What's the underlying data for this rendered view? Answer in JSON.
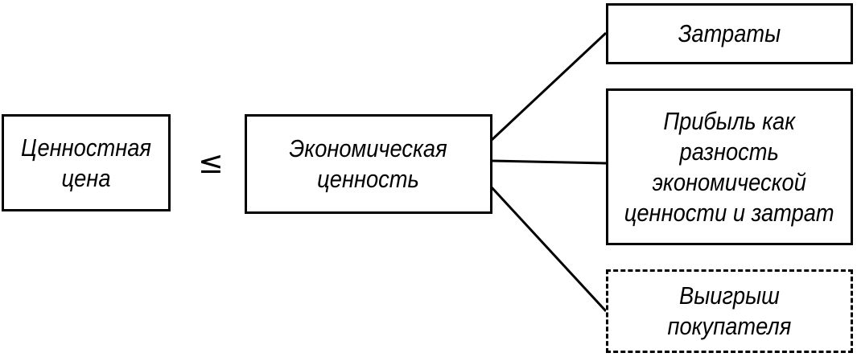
{
  "diagram": {
    "nodes": {
      "value_price": "Ценностная\nцена",
      "economic_value": "Экономическая\nценность",
      "costs": "Затраты",
      "profit": "Прибыль как\nразность\nэкономической\nценности и затрат",
      "buyer_gain": "Выигрыш\nпокупателя"
    },
    "relation": "≤",
    "edges": [
      {
        "from": "economic_value",
        "to": "costs"
      },
      {
        "from": "economic_value",
        "to": "profit"
      },
      {
        "from": "economic_value",
        "to": "buyer_gain"
      }
    ],
    "line_color": "#000000"
  }
}
